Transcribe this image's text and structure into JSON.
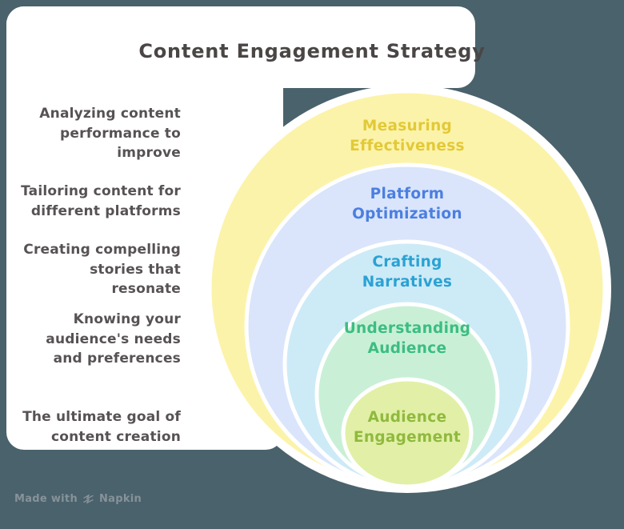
{
  "title": "Content Engagement Strategy",
  "colors": {
    "background": "#4a626b",
    "panel": "#ffffff",
    "title_text": "#4a4645",
    "left_label_text": "#575254",
    "watermark_text": "#87929a"
  },
  "left_labels": [
    {
      "lines": [
        "Analyzing content",
        "performance to",
        "improve"
      ]
    },
    {
      "lines": [
        "Tailoring content for",
        "different platforms"
      ]
    },
    {
      "lines": [
        "Creating compelling",
        "stories that",
        "resonate"
      ]
    },
    {
      "lines": [
        "Knowing your",
        "audience's needs",
        "and preferences"
      ]
    },
    {
      "lines": [
        "The ultimate goal of",
        "content creation"
      ]
    }
  ],
  "rings": [
    {
      "name": "Measuring Effectiveness",
      "lines": [
        "Measuring",
        "Effectiveness"
      ],
      "fill": "#fcf3aa",
      "text_color": "#e2c937"
    },
    {
      "name": "Platform Optimization",
      "lines": [
        "Platform",
        "Optimization"
      ],
      "fill": "#dae5fb",
      "text_color": "#4b7fe0"
    },
    {
      "name": "Crafting Narratives",
      "lines": [
        "Crafting",
        "Narratives"
      ],
      "fill": "#cdeaf7",
      "text_color": "#2aa2d3"
    },
    {
      "name": "Understanding Audience",
      "lines": [
        "Understanding",
        "Audience"
      ],
      "fill": "#c9f0d7",
      "text_color": "#3cbd81"
    },
    {
      "name": "Audience Engagement",
      "lines": [
        "Audience",
        "Engagement"
      ],
      "fill": "#e1f0a6",
      "text_color": "#90b93e"
    }
  ],
  "watermark": {
    "prefix": "Made with",
    "brand": "Napkin"
  }
}
